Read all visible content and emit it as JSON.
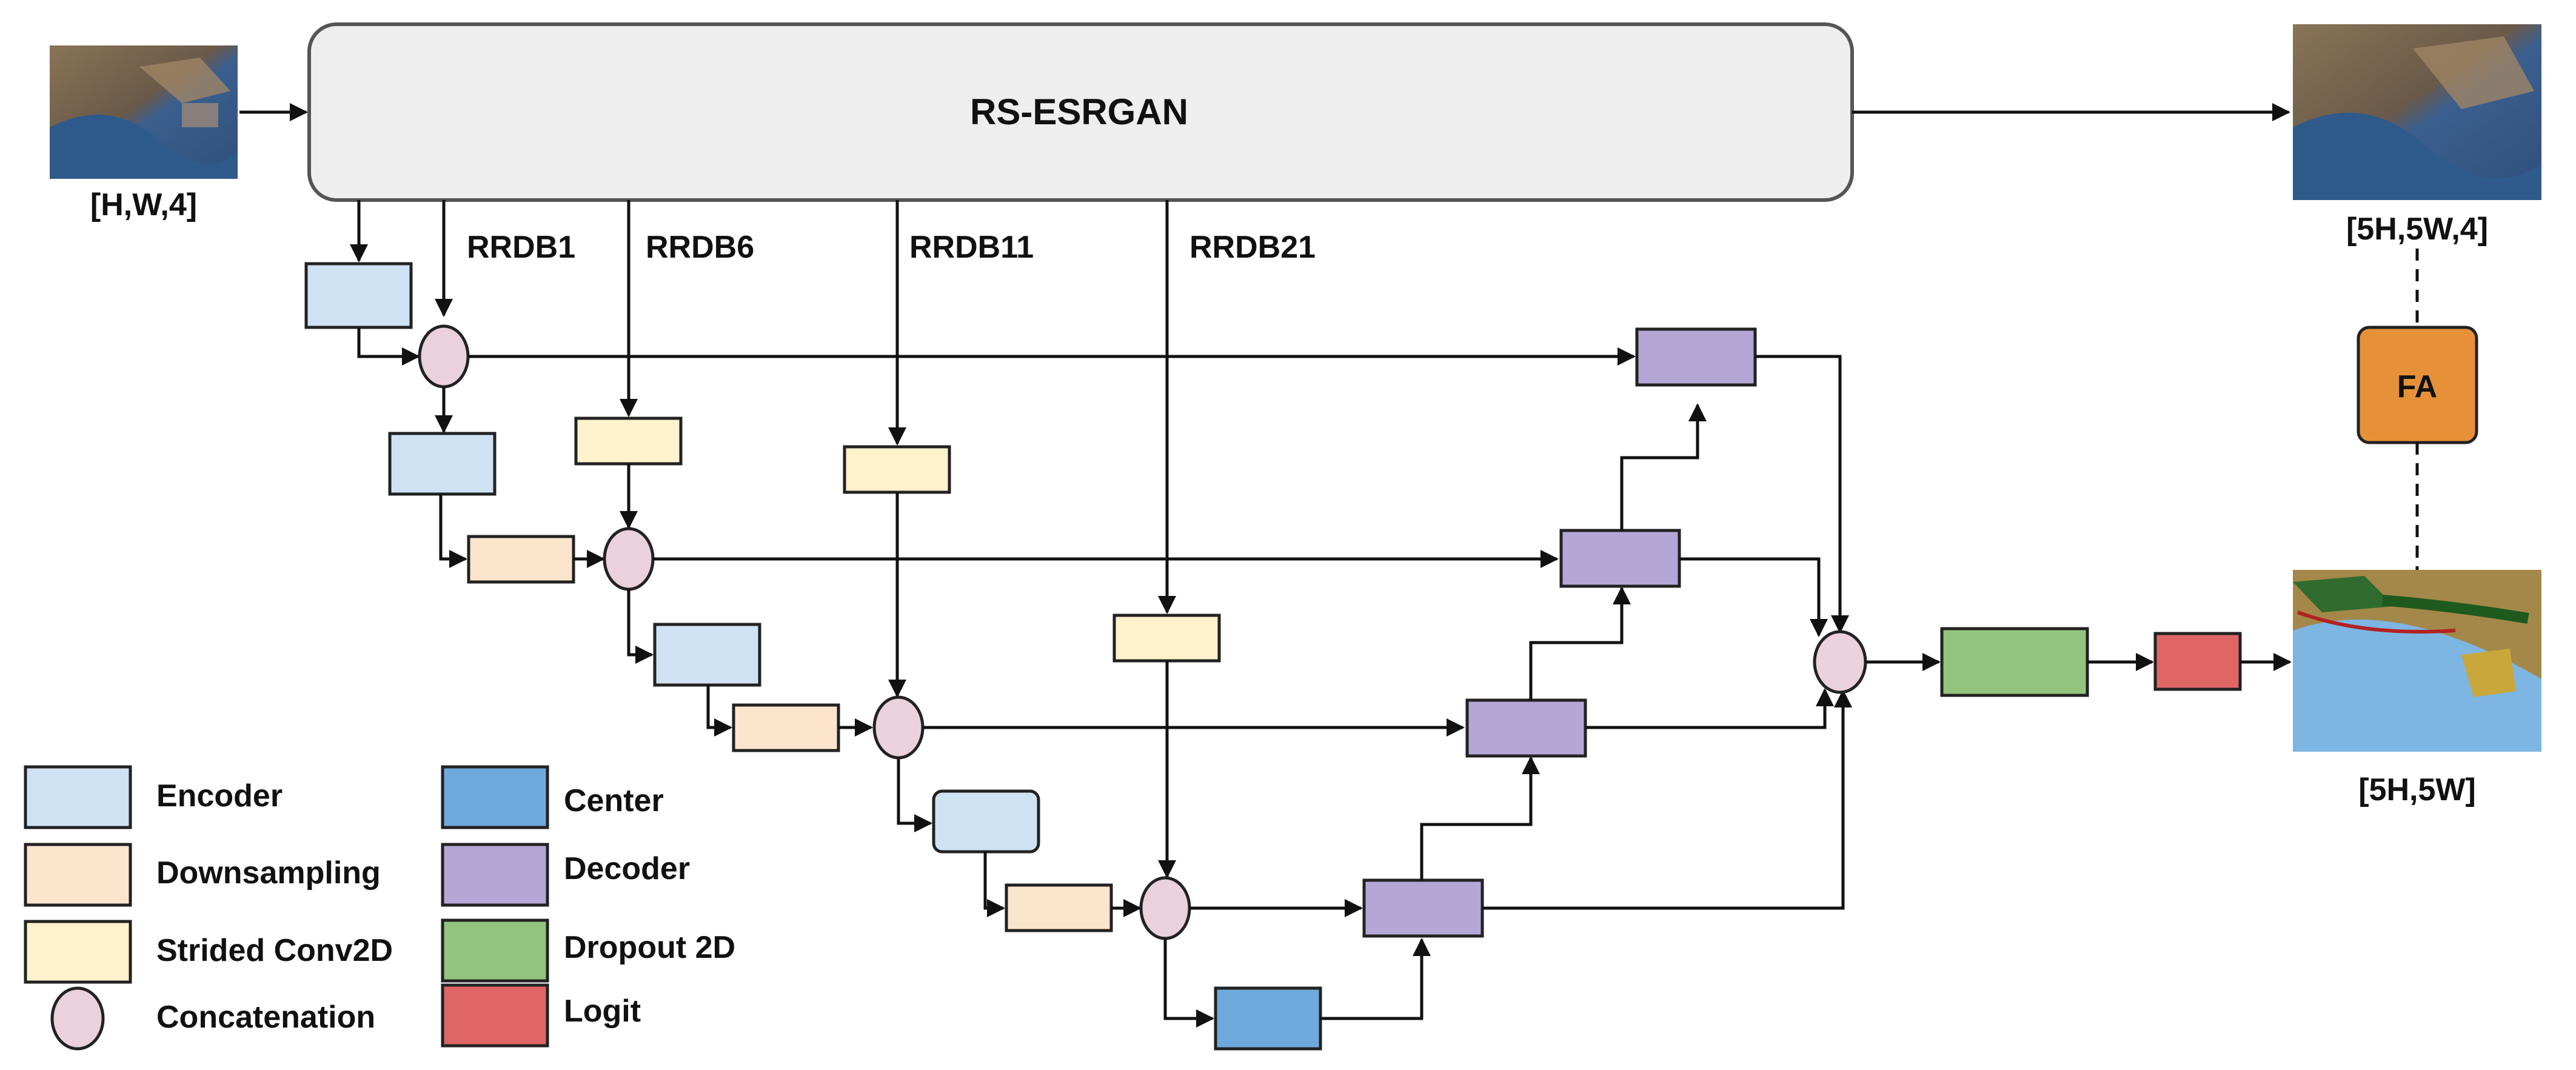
{
  "title": "RS-ESRGAN",
  "input_label": "[H,W,4]",
  "sr_output_label": "[5H,5W,4]",
  "seg_output_label": "[5H,5W]",
  "fa_label": "FA",
  "rrdb_labels": [
    "RRDB1",
    "RRDB6",
    "RRDB11",
    "RRDB21"
  ],
  "legend": [
    {
      "label": "Encoder",
      "color": "#cfe2f3"
    },
    {
      "label": "Downsampling",
      "color": "#fce5cd"
    },
    {
      "label": "Strided Conv2D",
      "color": "#fff2cc"
    },
    {
      "label": "Concatenation",
      "color": "#ead1dc"
    },
    {
      "label": "Center",
      "color": "#6fa8dc"
    },
    {
      "label": "Decoder",
      "color": "#b4a7d6"
    },
    {
      "label": "Dropout 2D",
      "color": "#93c47d"
    },
    {
      "label": "Logit",
      "color": "#e06666"
    }
  ],
  "colors": {
    "encoder": "#cfe2f3",
    "downsampling": "#fce5cd",
    "strided": "#fff2cc",
    "concat": "#ead1dc",
    "center": "#6fa8dc",
    "decoder": "#b4a7d6",
    "dropout": "#93c47d",
    "logit": "#e06666",
    "fa": "#e69138",
    "esrgan_box": "#eeeeee"
  }
}
